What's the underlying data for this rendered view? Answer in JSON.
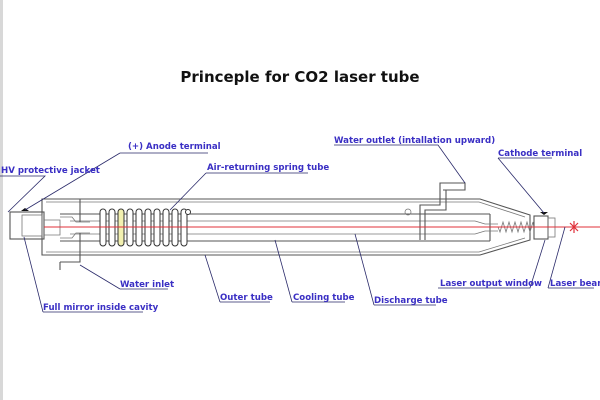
{
  "title": "Princeple for CO2 laser tube",
  "labels": {
    "anode_terminal": "(+) Anode terminal",
    "hv_jacket": "HV protective jacket",
    "spring_tube": "Air-returning spring tube",
    "water_outlet": "Water outlet (intallation upward)",
    "cathode_terminal": "Cathode terminal",
    "water_inlet": "Water inlet",
    "outer_tube": "Outer tube",
    "cooling_tube": "Cooling tube",
    "discharge_tube": "Discharge tube",
    "laser_output_window": "Laser output window",
    "laser_beam": "Laser beam",
    "full_mirror": "Full mirror inside cavity"
  },
  "colors": {
    "label": "#3a2fc4",
    "laser": "#e0303a"
  }
}
